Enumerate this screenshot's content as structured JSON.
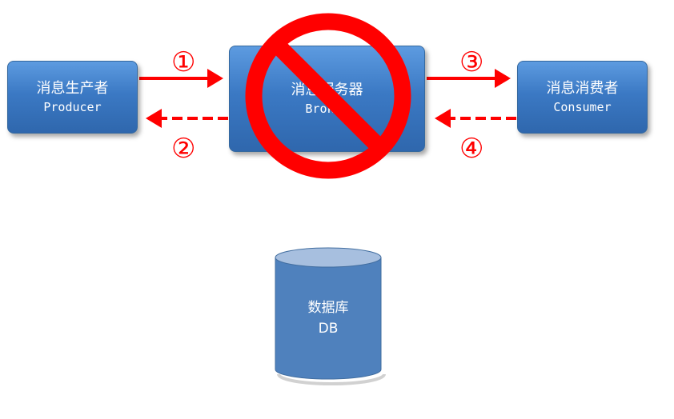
{
  "producer": {
    "name_cn": "消息生产者",
    "name_en": "Producer"
  },
  "broker": {
    "name_cn": "消息服务器",
    "name_en": "Broker"
  },
  "consumer": {
    "name_cn": "消息消费者",
    "name_en": "Consumer"
  },
  "database": {
    "name_cn": "数据库",
    "name_en": "DB"
  },
  "steps": [
    "①",
    "②",
    "③",
    "④"
  ],
  "colors": {
    "box_fill": "#3b79c4",
    "cylinder_fill": "#4f81bd",
    "arrow": "#ff0000",
    "prohibited_sign": "#ff0000"
  },
  "icons": {
    "broker_overlay": "prohibited-icon"
  }
}
